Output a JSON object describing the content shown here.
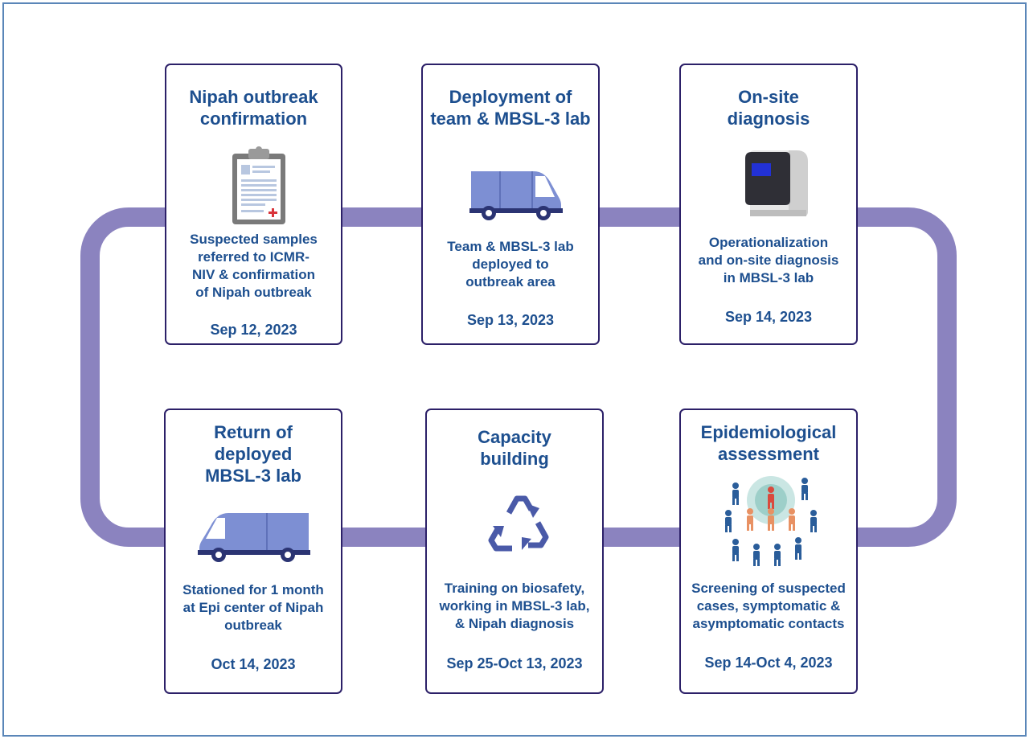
{
  "colors": {
    "loop": "#8b83bf",
    "card_border": "#2c2068",
    "text": "#1d4f8f",
    "frame": "#5a86b8"
  },
  "steps": [
    {
      "title": [
        "Nipah outbreak",
        "confirmation"
      ],
      "icon": "clipboard-icon",
      "description": [
        "Suspected samples",
        "referred to ICMR-",
        "NIV & confirmation",
        "of Nipah outbreak"
      ],
      "date": "Sep 12, 2023"
    },
    {
      "title": [
        "Deployment of",
        "team & MBSL-3 lab"
      ],
      "icon": "van-icon",
      "description": [
        "Team & MBSL-3 lab",
        "deployed to",
        "outbreak area"
      ],
      "date": "Sep 13, 2023"
    },
    {
      "title": [
        "On-site",
        "diagnosis"
      ],
      "icon": "diagnostic-machine-icon",
      "description": [
        "Operationalization",
        "and on-site diagnosis",
        "in MBSL-3 lab"
      ],
      "date": "Sep 14, 2023"
    },
    {
      "title": [
        "Epidemiological",
        "assessment"
      ],
      "icon": "contact-tracing-icon",
      "description": [
        "Screening of suspected",
        "cases, symptomatic &",
        "asymptomatic contacts"
      ],
      "date": "Sep 14-Oct 4, 2023"
    },
    {
      "title": [
        "Capacity",
        "building"
      ],
      "icon": "recycle-icon",
      "description": [
        "Training on biosafety,",
        "working in MBSL-3 lab,",
        "& Nipah diagnosis"
      ],
      "date": "Sep 25-Oct 13, 2023"
    },
    {
      "title": [
        "Return of",
        "deployed",
        "MBSL-3 lab"
      ],
      "icon": "van-icon",
      "description": [
        "Stationed for 1 month",
        "at Epi center of Nipah",
        "outbreak"
      ],
      "date": "Oct 14, 2023"
    }
  ]
}
